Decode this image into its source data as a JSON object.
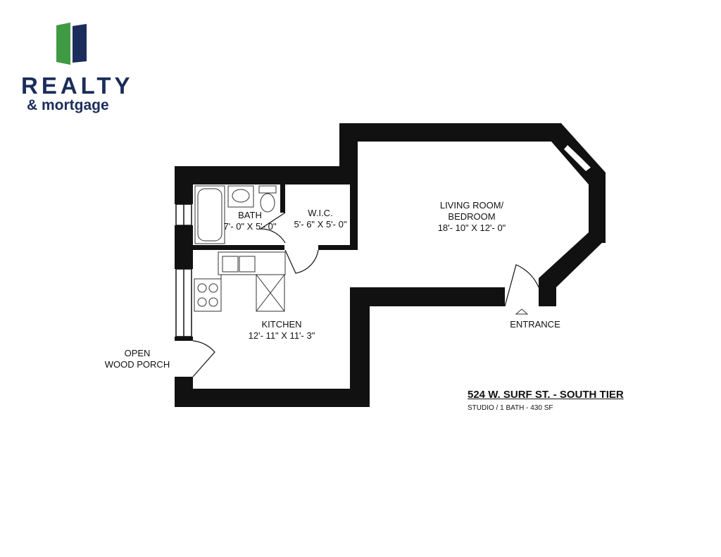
{
  "logo": {
    "word": "REALTY",
    "sub": "& mortgage",
    "green": "#3f9a43",
    "navy": "#1b2d5a"
  },
  "rooms": {
    "bath": {
      "name": "BATH",
      "dims": "7'- 0\" X 5'- 0\""
    },
    "wic": {
      "name": "W.I.C.",
      "dims": "5'- 6\" X 5'- 0\""
    },
    "living": {
      "name": "LIVING ROOM/",
      "name2": "BEDROOM",
      "dims": "18'- 10\" X 12'- 0\""
    },
    "kitchen": {
      "name": "KITCHEN",
      "dims": "12'- 11\" X 11'- 3\""
    }
  },
  "labels": {
    "entrance": "ENTRANCE",
    "porch1": "OPEN",
    "porch2": "WOOD PORCH"
  },
  "listing": {
    "title": "524 W. SURF ST. - SOUTH TIER",
    "subtitle": "STUDIO / 1  BATH - 430 SF"
  }
}
